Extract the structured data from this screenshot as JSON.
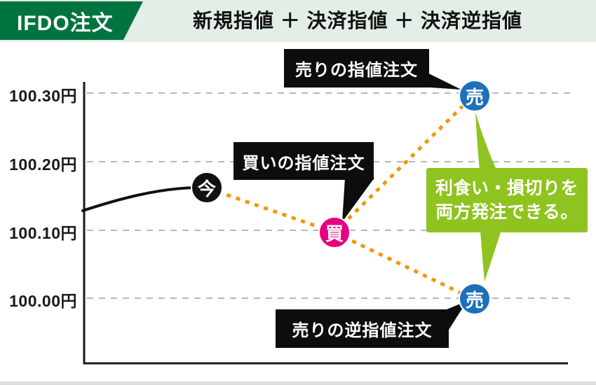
{
  "header": {
    "badge_label": "IFDO注文",
    "title": "新規指値 ＋ 決済指値 ＋ 決済逆指値"
  },
  "chart": {
    "y_axis_labels": [
      "100.30円",
      "100.20円",
      "100.10円",
      "100.00円"
    ],
    "currency_unit": "円"
  },
  "markers": [
    {
      "id": "now",
      "label": "今",
      "color": "#111111"
    },
    {
      "id": "buy-limit",
      "label": "買",
      "color": "#e4007f",
      "level": "100.10円"
    },
    {
      "id": "sell-limit",
      "label": "売",
      "color": "#1d71b8",
      "level": "100.30円"
    },
    {
      "id": "sell-stop",
      "label": "売",
      "color": "#1d71b8",
      "level": "100.00円"
    }
  ],
  "bubbles": [
    {
      "id": "sell-limit-order",
      "text": "売りの指値注文"
    },
    {
      "id": "buy-limit-order",
      "text": "買いの指値注文"
    },
    {
      "id": "sell-stop-order",
      "text": "売りの逆指値注文"
    }
  ],
  "note": {
    "line1": "利食い・損切りを",
    "line2": "両方発注できる。"
  },
  "colors": {
    "badge_green": "#007440",
    "header_bg": "#e3eee7",
    "order_path_orange": "#f49600",
    "buy_pink": "#e4007f",
    "sell_blue": "#1d71b8",
    "note_green": "#8fc31f"
  }
}
